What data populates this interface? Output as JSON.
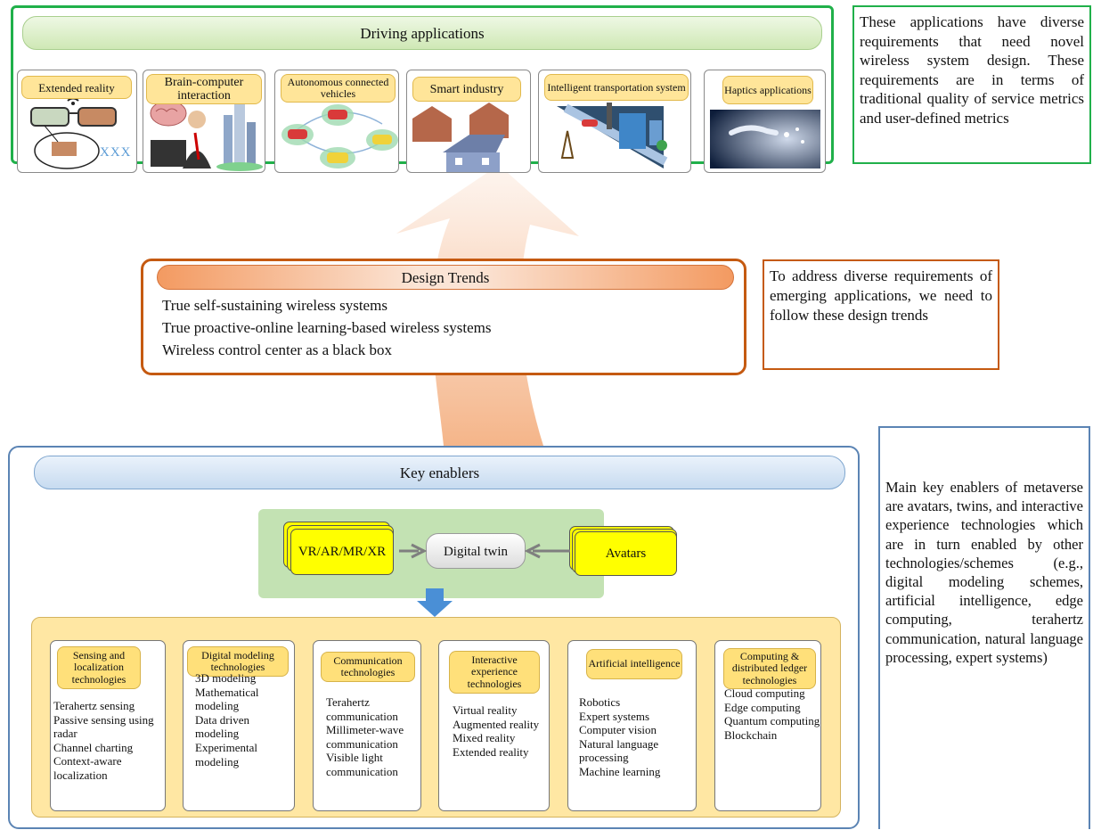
{
  "driving": {
    "title": "Driving applications",
    "apps": [
      {
        "label": "Extended reality",
        "extra": "XXX"
      },
      {
        "label": "Brain-computer interaction"
      },
      {
        "label": "Autonomous connected vehicles"
      },
      {
        "label": "Smart industry"
      },
      {
        "label": "Intelligent transportation system"
      },
      {
        "label": "Haptics applications"
      }
    ],
    "note": "These applications have diverse requirements that need novel wireless system design. These requirements are in terms of traditional quality of service metrics and user-defined metrics"
  },
  "trends": {
    "title": "Design Trends",
    "items": [
      "True self-sustaining wireless systems",
      "True proactive-online learning-based wireless systems",
      "Wireless control center as a black box"
    ],
    "note": "To address diverse requirements of emerging applications, we need to follow these design trends"
  },
  "enablers": {
    "title": "Key enablers",
    "core": {
      "left": "VR/AR/MR/XR",
      "center": "Digital twin",
      "right": "Avatars"
    },
    "technologies": [
      {
        "title": "Sensing and localization technologies",
        "items": [
          "Terahertz sensing",
          "Passive sensing using radar",
          "Channel charting",
          "Context-aware localization"
        ]
      },
      {
        "title": "Digital modeling technologies",
        "items": [
          "3D modeling",
          "Mathematical modeling",
          "Data driven modeling",
          "Experimental modeling"
        ]
      },
      {
        "title": "Communication technologies",
        "items": [
          "Terahertz communication",
          "Millimeter-wave communication",
          "Visible light communication"
        ]
      },
      {
        "title": "Interactive experience technologies",
        "items": [
          "Virtual reality",
          "Augmented reality",
          "Mixed reality",
          "Extended reality"
        ]
      },
      {
        "title": "Artificial intelligence",
        "items": [
          "Robotics",
          "Expert systems",
          "Computer vision",
          "Natural language processing",
          "Machine learning"
        ]
      },
      {
        "title": "Computing & distributed ledger technologies",
        "items": [
          "Cloud computing",
          "Edge computing",
          "Quantum computing",
          "Blockchain"
        ]
      }
    ],
    "note": "Main key enablers of metaverse are avatars, twins, and interactive experience technologies which are in turn enabled by other technologies/schemes (e.g., digital modeling schemes, artificial intelligence, edge computing, terahertz communication, natural language processing, expert systems)"
  },
  "colors": {
    "apps_border": "#20b04a",
    "trends_border": "#c55a11",
    "enablers_border": "#5b84b4",
    "core_fill": "#c3e2b3",
    "tech_area_fill": "#ffe7a3",
    "avatar_fill": "#ffff00",
    "arrow_blue": "#4a8fd6"
  }
}
